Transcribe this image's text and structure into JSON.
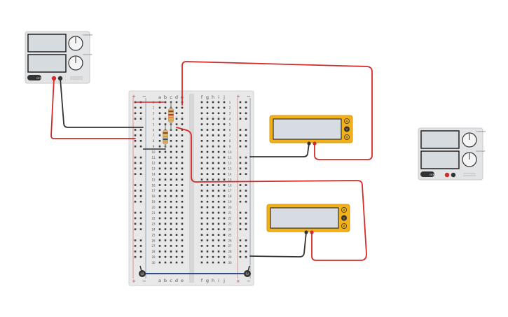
{
  "canvas": {
    "background": "#ffffff"
  },
  "breadboard": {
    "rows": 30,
    "column_letters_left": [
      "a",
      "b",
      "c",
      "d",
      "e"
    ],
    "column_letters_right": [
      "f",
      "g",
      "h",
      "i",
      "j"
    ],
    "rail_plus": "+",
    "rail_minus": "−",
    "row_numbers": [
      "1",
      "2",
      "3",
      "4",
      "5",
      "6",
      "7",
      "8",
      "9",
      "10",
      "11",
      "12",
      "13",
      "14",
      "15",
      "16",
      "17",
      "18",
      "19",
      "20",
      "21",
      "22",
      "23",
      "24",
      "25",
      "26",
      "27",
      "28",
      "29",
      "30"
    ]
  },
  "power_supply_left": {
    "knob_label_top": "CURRENT",
    "knob_label_bottom": "VOLTAGE",
    "off_label": "OFF"
  },
  "power_supply_right": {
    "knob_label_top": "CURRENT",
    "knob_label_bottom": "VOLTAGE",
    "off_label": "OFF"
  },
  "multimeter_top": {
    "mode_a": "A",
    "mode_v": "V",
    "mode_r": "R"
  },
  "multimeter_bottom": {
    "mode_a": "A",
    "mode_v": "V",
    "mode_r": "R"
  },
  "colors": {
    "wire_red": "#d42a2a",
    "wire_black": "#333333",
    "wire_blue": "#2e4e8a",
    "meter_body": "#f2b019",
    "meter_screen": "#d6dce2",
    "supply_body": "#e3e4e6",
    "breadboard_body": "#e8e8e8"
  }
}
